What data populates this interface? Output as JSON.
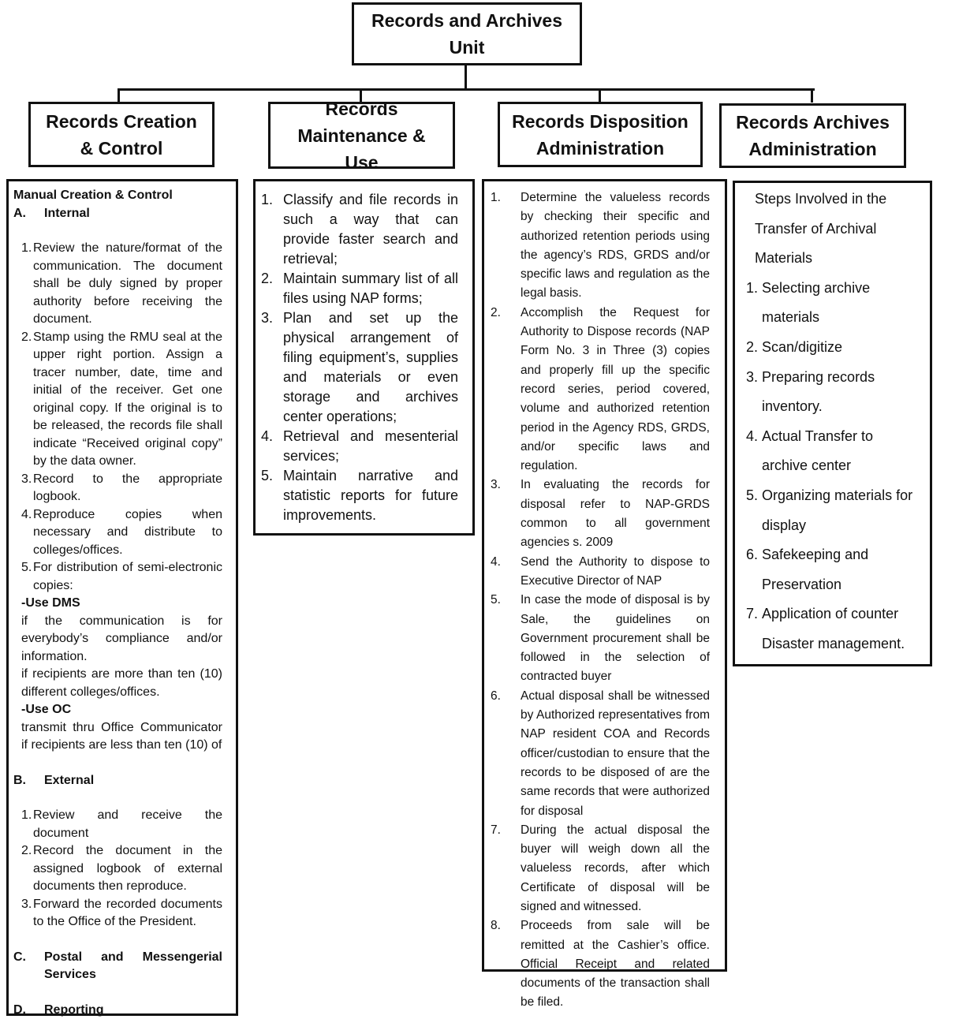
{
  "root": {
    "title": "Records and Archives Unit"
  },
  "units": [
    {
      "title": "Records Creation & Control"
    },
    {
      "title": "Records Maintenance & Use"
    },
    {
      "title": "Records Disposition Administration"
    },
    {
      "title": "Records Archives Administration"
    }
  ],
  "creation": {
    "heading": "Manual Creation & Control",
    "sectionA": {
      "letter": "A.",
      "title": "Internal"
    },
    "internal_items": [
      {
        "num": "1.",
        "text": "Review the nature/format of the communication. The document shall be duly signed by proper authority before receiving the document."
      },
      {
        "num": "2.",
        "text": "Stamp using the RMU seal at the upper right portion. Assign a tracer number, date, time and initial of the receiver. Get one original copy. If the original is to be released, the records file shall indicate “Received original copy” by the data owner."
      },
      {
        "num": "3.",
        "text": "Record to the appropriate logbook."
      },
      {
        "num": "4.",
        "text": "Reproduce copies when necessary and distribute to colleges/offices."
      },
      {
        "num": "5.",
        "text": "For distribution of semi-electronic copies:"
      }
    ],
    "dms_label": "-Use DMS",
    "dms_text1": "if the communication is for everybody’s compliance and/or information.",
    "dms_text2": "if recipients are more than ten (10) different colleges/offices.",
    "oc_label": "-Use OC",
    "oc_text": "transmit thru Office Communicator if recipients are less than ten (10) of",
    "sectionB": {
      "letter": "B.",
      "title": "External"
    },
    "external_items": [
      {
        "num": "1.",
        "text": "Review and receive the document"
      },
      {
        "num": "2.",
        "text": "Record the document in the assigned logbook of external documents then reproduce."
      },
      {
        "num": "3.",
        "text": "Forward the recorded documents to the Office of the President."
      }
    ],
    "sectionC": {
      "letter": "C.",
      "title": "Postal and Messengerial Services"
    },
    "sectionD": {
      "letter": "D.",
      "title": "Reporting"
    }
  },
  "maintenance": {
    "items": [
      {
        "num": "1.",
        "text": "Classify and file records in such a way that can provide faster search and retrieval;"
      },
      {
        "num": "2.",
        "text": "Maintain summary list of all files using NAP forms;"
      },
      {
        "num": "3.",
        "text": "Plan and set up the physical arrangement of filing equipment’s, supplies and materials or even storage and archives center operations;"
      },
      {
        "num": "4.",
        "text": "Retrieval and mesenterial services;"
      },
      {
        "num": "5.",
        "text": "Maintain narrative and statistic reports for future improvements."
      }
    ]
  },
  "disposition": {
    "items": [
      {
        "num": "1.",
        "text": "Determine the valueless records by checking their specific and authorized retention periods using the agency’s RDS, GRDS and/or specific laws and regulation as the legal basis."
      },
      {
        "num": "2.",
        "text": "Accomplish the Request for Authority to Dispose records (NAP Form No. 3 in Three (3) copies and properly fill up the specific record series, period covered, volume and authorized retention period in the Agency RDS, GRDS, and/or specific laws and regulation."
      },
      {
        "num": "3.",
        "text": "In evaluating the records for disposal refer to NAP-GRDS common to all government agencies s. 2009"
      },
      {
        "num": "4.",
        "text": "Send the Authority to dispose to Executive Director of NAP"
      },
      {
        "num": "5.",
        "text": "In case the mode of disposal is by Sale, the guidelines on Government procurement shall be followed in the selection of contracted buyer"
      },
      {
        "num": "6.",
        "text": "Actual disposal shall be witnessed by Authorized representatives from NAP resident COA and Records officer/custodian to ensure that the records to be disposed of are the same records that were authorized for disposal"
      },
      {
        "num": "7.",
        "text": "During the actual disposal the buyer will weigh down all the valueless records, after which Certificate of disposal will be signed and witnessed."
      },
      {
        "num": "8.",
        "text": "Proceeds from sale will be remitted at the Cashier’s office. Official Receipt and related documents of the transaction shall be filed."
      }
    ]
  },
  "archives": {
    "intro": "Steps Involved in the Transfer of Archival Materials",
    "items": [
      {
        "num": "1.",
        "text": "Selecting archive materials"
      },
      {
        "num": "2.",
        "text": "Scan/digitize"
      },
      {
        "num": "3.",
        "text": "Preparing records inventory."
      },
      {
        "num": "4.",
        "text": "Actual Transfer to archive center"
      },
      {
        "num": "5.",
        "text": "Organizing materials for display"
      },
      {
        "num": "6.",
        "text": "Safekeeping and Preservation"
      },
      {
        "num": "7.",
        "text": "Application of counter Disaster management."
      }
    ]
  }
}
